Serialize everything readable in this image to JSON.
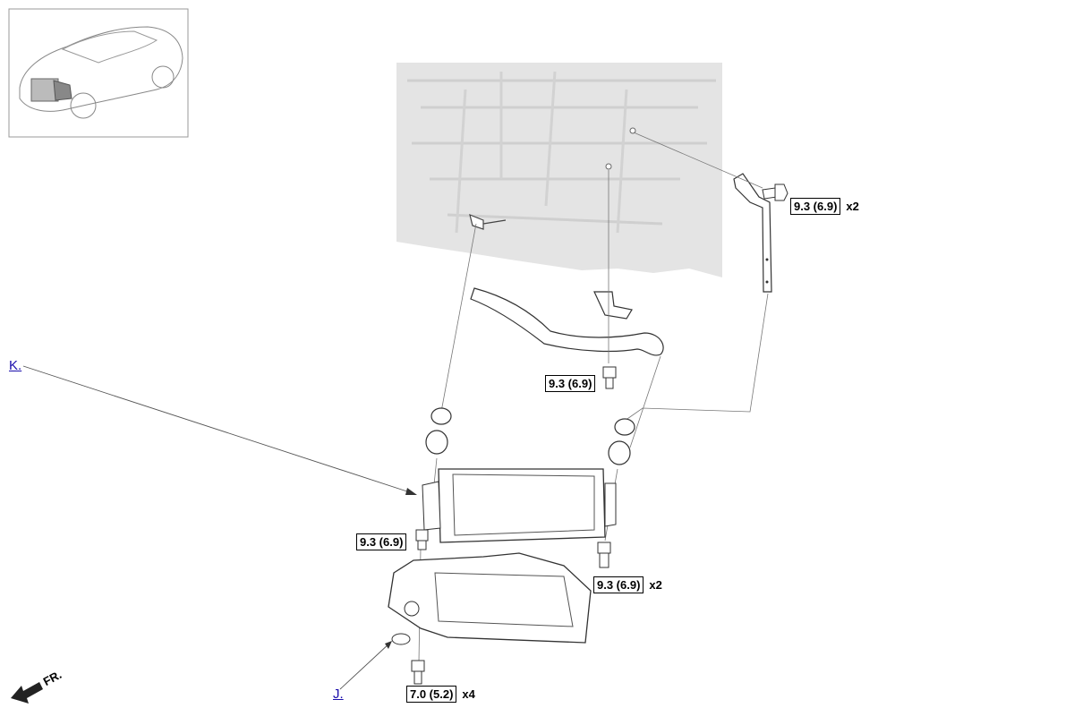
{
  "callouts": {
    "k_link": "K.",
    "j_link": "J."
  },
  "torque_specs": [
    {
      "value": "9.3 (6.9)",
      "qty": "x2"
    },
    {
      "value": "9.3 (6.9)",
      "qty": ""
    },
    {
      "value": "9.3 (6.9)",
      "qty": ""
    },
    {
      "value": "9.3 (6.9)",
      "qty": "x2"
    },
    {
      "value": "7.0 (5.2)",
      "qty": "x4"
    }
  ],
  "orientation": {
    "label": "FR."
  },
  "colors": {
    "link": "#1a0dab",
    "shade": "#e4e4e4",
    "line": "#555555"
  }
}
